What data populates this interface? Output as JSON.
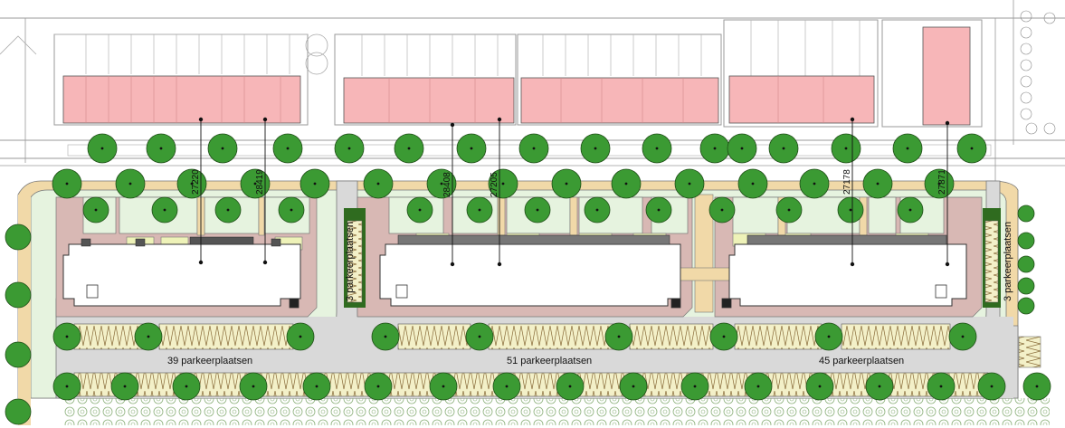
{
  "plan": {
    "parking_areas": [
      {
        "label": "39 parkeerplaatsen"
      },
      {
        "label": "51 parkeerplaatsen"
      },
      {
        "label": "45 parkeerplaatsen"
      }
    ],
    "side_parking": [
      {
        "label": "3 parkeerplaatsen"
      },
      {
        "label": "3 parkeerplaatsen"
      }
    ],
    "dimensions": [
      "27220",
      "28419",
      "28408",
      "27205",
      "27178",
      "27871"
    ]
  },
  "colors": {
    "existing_buildings": "#f7b6b8",
    "new_buildings": "#ffffff",
    "courtyard_paving": "#d8b8b4",
    "green_area": "#e6f3df",
    "road": "#d9d9d9",
    "tree": "#3b9a33",
    "sand_path": "#f1d9a8"
  }
}
